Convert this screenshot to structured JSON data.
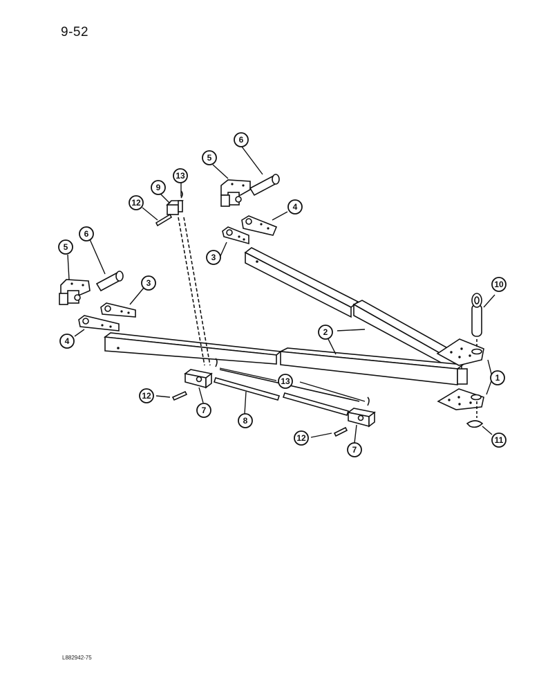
{
  "page_label": "9-52",
  "reference_code": "L882942-75",
  "callouts": {
    "c1": "1",
    "c2": "2",
    "c3a": "3",
    "c3b": "3",
    "c4a": "4",
    "c4b": "4",
    "c5a": "5",
    "c5b": "5",
    "c6a": "6",
    "c6b": "6",
    "c7a": "7",
    "c7b": "7",
    "c8": "8",
    "c9": "9",
    "c10": "10",
    "c11": "11",
    "c12a": "12",
    "c12b": "12",
    "c12c": "12",
    "c13a": "13",
    "c13b": "13"
  }
}
